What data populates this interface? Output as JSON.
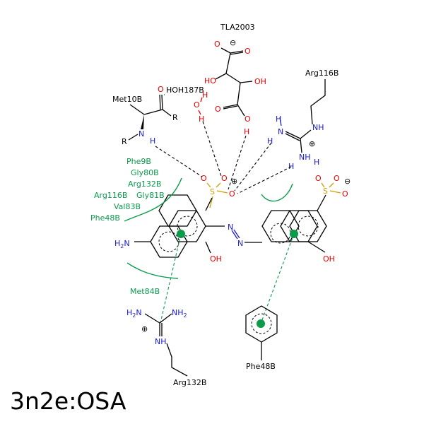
{
  "title": "3n2e:OSA",
  "colors": {
    "carbon": "#000000",
    "oxygen": "#e00000",
    "nitrogen": "#1a1acc",
    "sulfur": "#c8a000",
    "hydrophobic": "#0a9a4a"
  },
  "residues": {
    "tla": "TLA2003",
    "arg116_top": "Arg116B",
    "hoh": "HOH187B",
    "met10": "Met10B",
    "arg132_bottom": "Arg132B",
    "phe48_bottom": "Phe48B",
    "met84": "Met84B"
  },
  "hydrophobic_labels": [
    "Phe9B",
    "Gly80B",
    "Arg132B",
    "Arg116B",
    "Gly81B",
    "Val83B",
    "Phe48B"
  ],
  "atoms": {
    "O": "O",
    "OH": "OH",
    "HO": "HO",
    "H": "H",
    "N": "N",
    "NH": "NH",
    "NH2": "NH",
    "H2N": "H",
    "S": "S",
    "R": "R",
    "minus": "⊖",
    "plus": "⊕",
    "amine_sub": "2"
  }
}
